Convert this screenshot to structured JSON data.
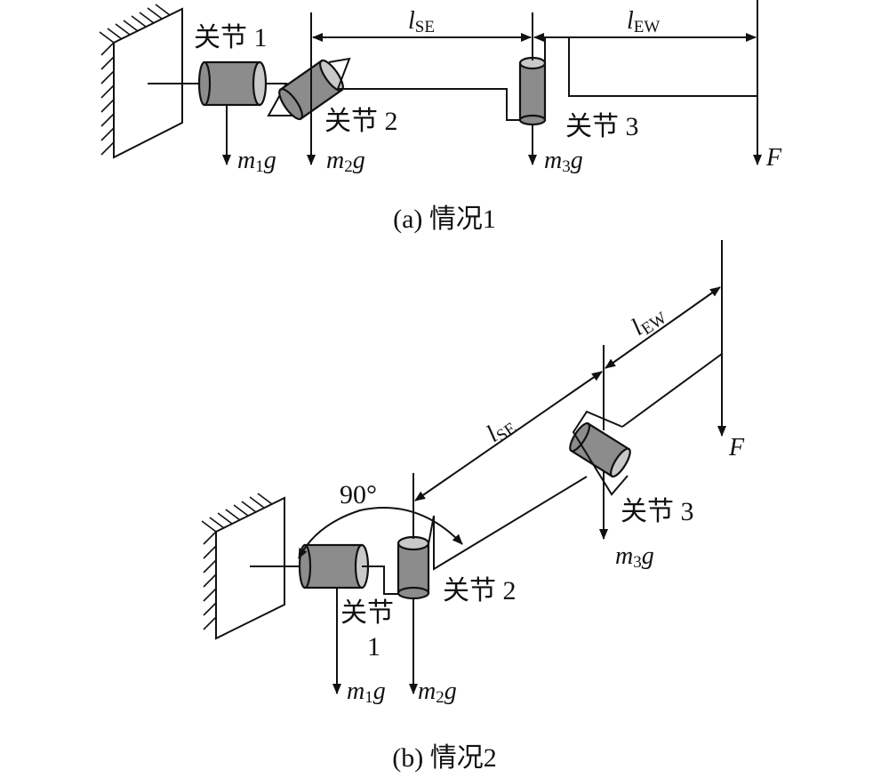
{
  "panel_a": {
    "joint1": "关节 1",
    "joint2": "关节 2",
    "joint3": "关节 3",
    "l_se": {
      "base": "l",
      "sub": "SE"
    },
    "l_ew": {
      "base": "l",
      "sub": "EW"
    },
    "m1g": {
      "m": "m",
      "sub": "1",
      "g": "g"
    },
    "m2g": {
      "m": "m",
      "sub": "2",
      "g": "g"
    },
    "m3g": {
      "m": "m",
      "sub": "3",
      "g": "g"
    },
    "force": "F",
    "caption": "(a) 情况1"
  },
  "panel_b": {
    "joint1_line1": "关节",
    "joint1_line2": "1",
    "joint2": "关节 2",
    "joint3": "关节 3",
    "angle": "90°",
    "l_se": {
      "base": "l",
      "sub": "SE"
    },
    "l_ew": {
      "base": "l",
      "sub": "EW"
    },
    "m1g": {
      "m": "m",
      "sub": "1",
      "g": "g"
    },
    "m2g": {
      "m": "m",
      "sub": "2",
      "g": "g"
    },
    "m3g": {
      "m": "m",
      "sub": "3",
      "g": "g"
    },
    "force": "F",
    "caption": "(b) 情况2"
  }
}
